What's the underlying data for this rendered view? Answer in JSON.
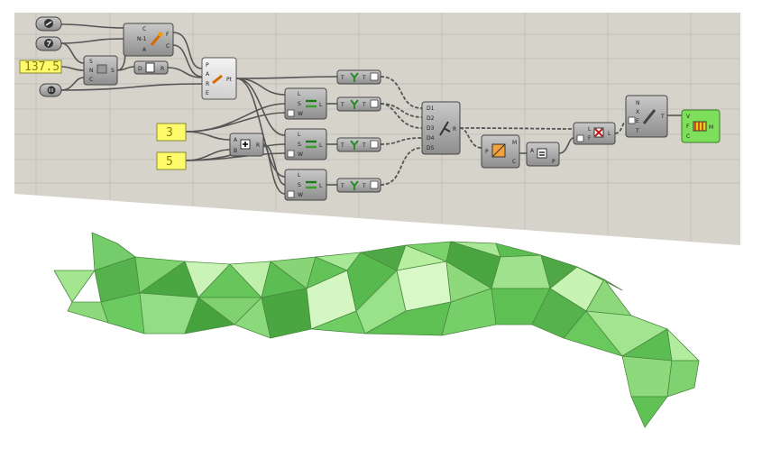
{
  "canvas": {
    "background": "#d6d3cb",
    "grid_color": "#c3c0b8"
  },
  "params": {
    "angle_value": "137.5",
    "count_a": "3",
    "count_b": "5",
    "panel_color": "#fffc6b",
    "preview_color": "#7ee05a"
  },
  "nodes": {
    "series": {
      "p1": "C",
      "p2": "N-1",
      "p3": "A",
      "o1": "F",
      "o2": "C"
    },
    "spiral": {
      "p1": "S",
      "p2": "N",
      "p3": "C",
      "o1": "S"
    },
    "deg": {
      "p1": "D",
      "o1": "R"
    },
    "point": {
      "p1": "P",
      "p2": "A",
      "p3": "R",
      "p4": "E",
      "o1": "Pt"
    },
    "addition": {
      "p1": "A",
      "p2": "B",
      "o1": "R"
    },
    "weave": {
      "p1": "D1",
      "p2": "D2",
      "p3": "D3",
      "p4": "D4",
      "p5": "D5",
      "o1": "R"
    },
    "delaunay": {
      "p1": "P",
      "o1": "M",
      "o2": "C"
    },
    "deconstruct": {
      "p1": "A",
      "o1": "P"
    },
    "mesh_join": {
      "p1": "L",
      "p2": "F",
      "o1": "L"
    },
    "construct": {
      "p1": "N",
      "p2": "X",
      "p3": "E",
      "p4": "T",
      "o1": "T"
    },
    "preview": {
      "p1": "V",
      "p2": "F",
      "p3": "C",
      "o1": "M"
    },
    "tree_label": "T",
    "shift_l": "L",
    "shift_s": "S",
    "shift_w": "W",
    "shift_out": "L"
  }
}
